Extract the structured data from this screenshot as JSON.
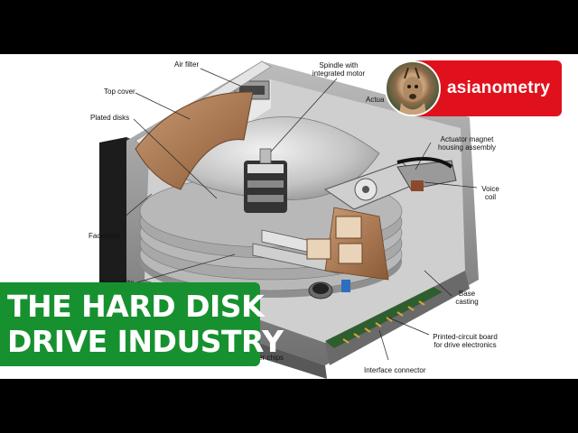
{
  "video": {
    "title_line_1": "THE HARD DISK",
    "title_line_2": "DRIVE INDUSTRY"
  },
  "channel": {
    "name": "asianometry",
    "brand_color": "#e0111c",
    "avatar_icon": "deer-avatar-icon"
  },
  "banner": {
    "color": "#17912f"
  },
  "diagram": {
    "labels": {
      "air_filter": "Air filter",
      "spindle_1": "Spindle with",
      "spindle_2": "integrated motor",
      "actuator": "Actua",
      "top_cover": "Top cover",
      "plated_disks": "Plated disks",
      "magnet_1": "Actuator magnet",
      "magnet_2": "housing assembly",
      "voice_1": "Voice",
      "voice_2": "coil",
      "faceplate": "Faceplate",
      "read_write": "Read-write",
      "base_1": "Base",
      "base_2": "casting",
      "pcb_1": "Printed-circuit board",
      "pcb_2": "for drive electronics",
      "chips": "er chips",
      "interface": "Interface connector"
    }
  }
}
